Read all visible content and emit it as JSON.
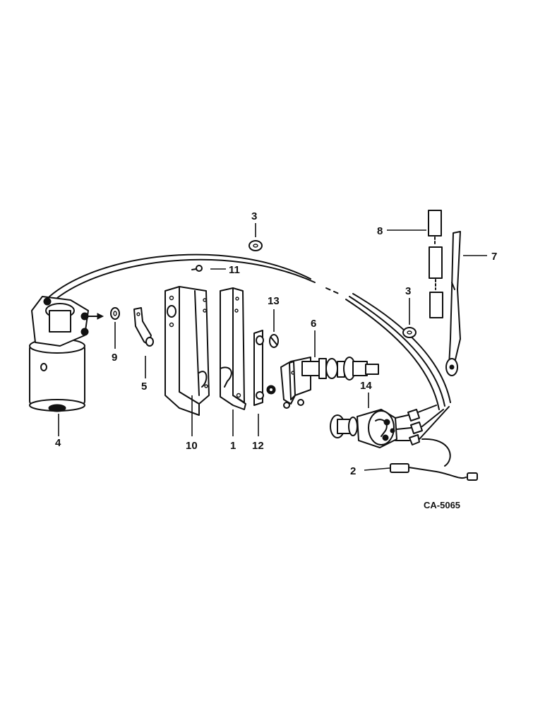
{
  "callouts": {
    "c1": "1",
    "c2": "2",
    "c3a": "3",
    "c3b": "3",
    "c4": "4",
    "c5": "5",
    "c6": "6",
    "c7": "7",
    "c8": "8",
    "c9": "9",
    "c10": "10",
    "c11": "11",
    "c12": "12",
    "c13": "13",
    "c14": "14"
  },
  "reference_code": "CA-5065"
}
